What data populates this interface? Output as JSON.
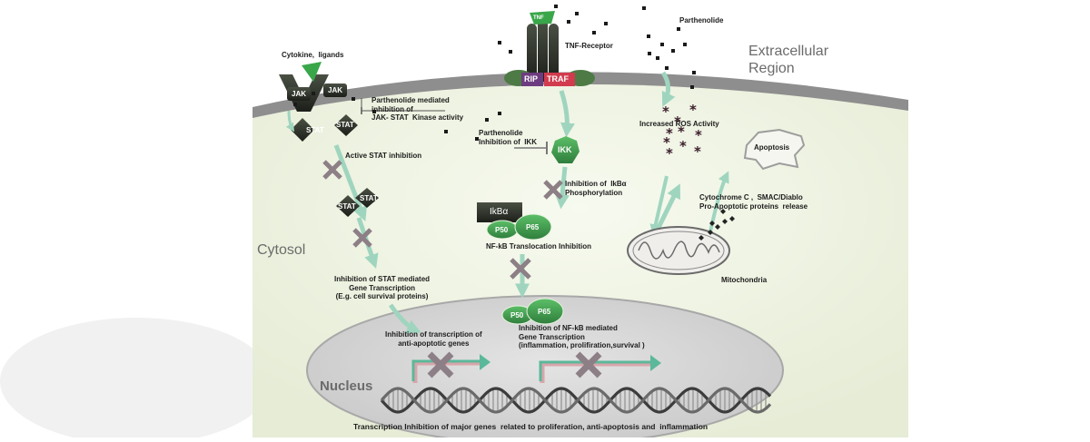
{
  "labels": {
    "cytokine": "Cytokine,  ligands",
    "jak_left": "JAK",
    "jak_right": "JAK",
    "stat_1": "STAT",
    "stat_2": "STAT",
    "stat_3": "STAT",
    "stat_4": "STAT",
    "jak_stat_inhibition": "Parthenolide mediated\ninhibition of\nJAK- STAT  Kinase activity",
    "active_stat_inhibition": "Active STAT inhibition",
    "stat_gene_inhibition": "Inhibition of STAT mediated\nGene Transcription\n(E.g. cell survival proteins)",
    "tnf": "TNF",
    "tnf_receptor": "TNF-Receptor",
    "rip": "RIP",
    "traf": "TRAF",
    "ikk_inhibition": "Parthenolide\nInhibition of  IKK",
    "ikk": "IKK",
    "ikba_phosphorylation": "Inhibition of  IkBα\nPhosphorylation",
    "ikba": "IkBα",
    "p50_top": "P50",
    "p65_top": "P65",
    "nfkb_translocation": "NF-kB Translocation Inhibition",
    "p50_bottom": "P50",
    "p65_bottom": "P65",
    "nfkb_gene_inhibition": "Inhibition of NF-kB mediated\nGene Transcription\n(inflammation, prolifiration,survival )",
    "anti_apoptotic": "Inhibition of transcription of\nanti-apoptotic genes",
    "parthenolide": "Parthenolide",
    "extracellular": "Extracellular\nRegion",
    "ros": "Increased ROS Activity",
    "apoptosis": "Apoptosis",
    "cytochrome": "Cytochrome C ,  SMAC/Diablo\nPro-Apoptotic proteins  release",
    "mitochondria": "Mitochondria",
    "cytosol": "Cytosol",
    "nucleus": "Nucleus",
    "footer": "Transcription Inhibition of major genes  related to proliferation, anti-apoptosis and  inflammation"
  },
  "colors": {
    "membrane": "#8e8e8e",
    "cytosol": "#eef3e2",
    "nucleus": "#dadada",
    "green_protein": "#3f9b4e",
    "dark_protein": "#262a22",
    "arrow": "#9fd5bf",
    "inhibit_x": "#8d7f86",
    "traf": "#d23b4e",
    "rip": "#6d3c80"
  }
}
